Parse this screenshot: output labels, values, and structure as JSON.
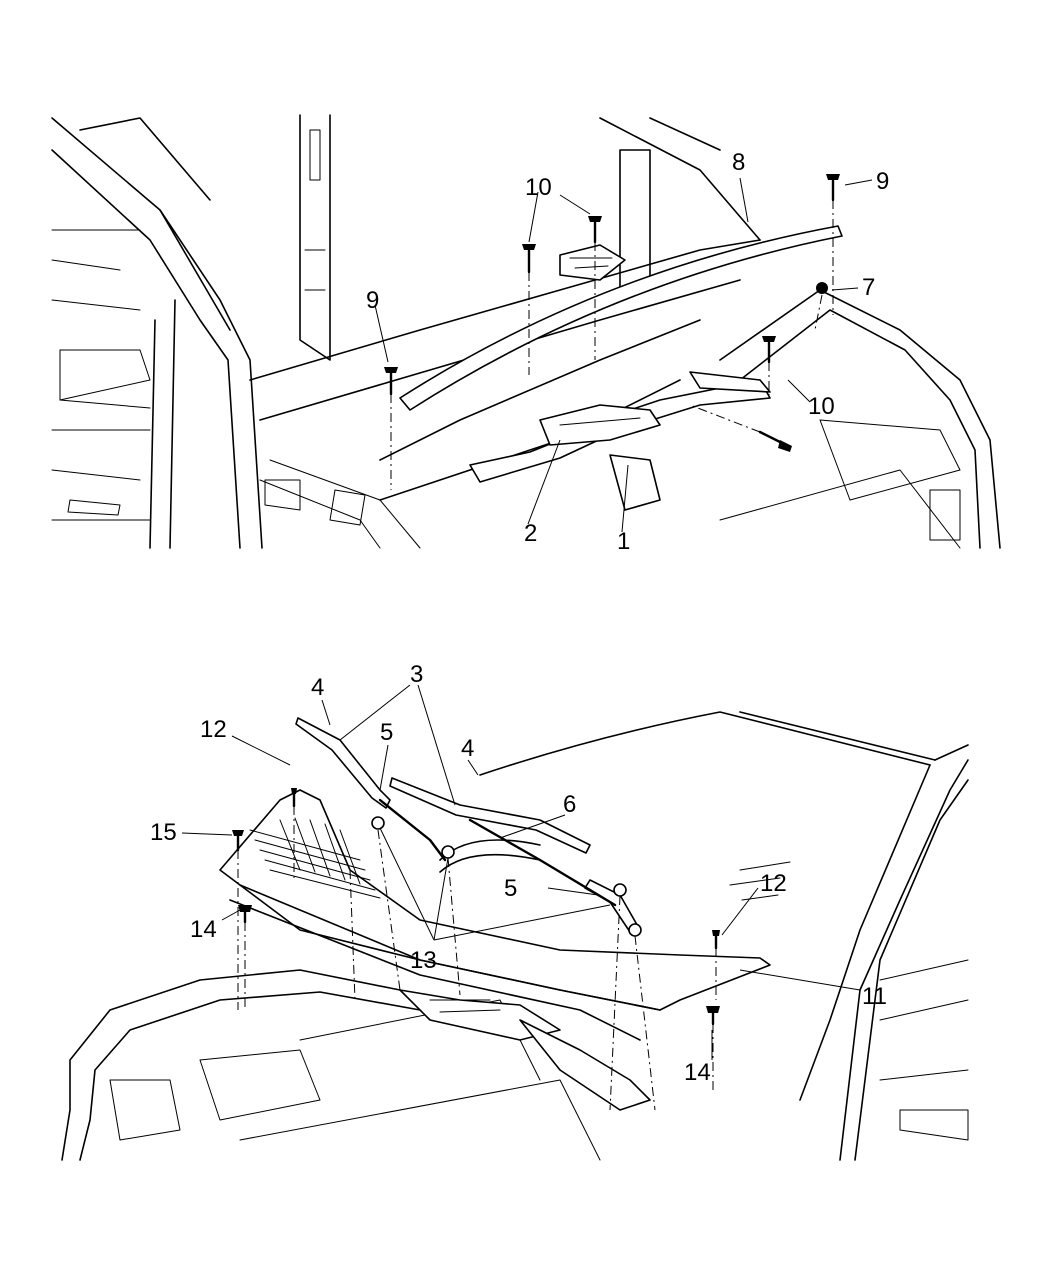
{
  "callouts": {
    "top": {
      "c1": "1",
      "c2": "2",
      "c7": "7",
      "c8": "8",
      "c9a": "9",
      "c9b": "9",
      "c10a": "10",
      "c10b": "10"
    },
    "bottom": {
      "c3": "3",
      "c4a": "4",
      "c4b": "4",
      "c5a": "5",
      "c5b": "5",
      "c6": "6",
      "c11": "11",
      "c12a": "12",
      "c12b": "12",
      "c13": "13",
      "c14a": "14",
      "c14b": "14",
      "c15": "15"
    }
  }
}
